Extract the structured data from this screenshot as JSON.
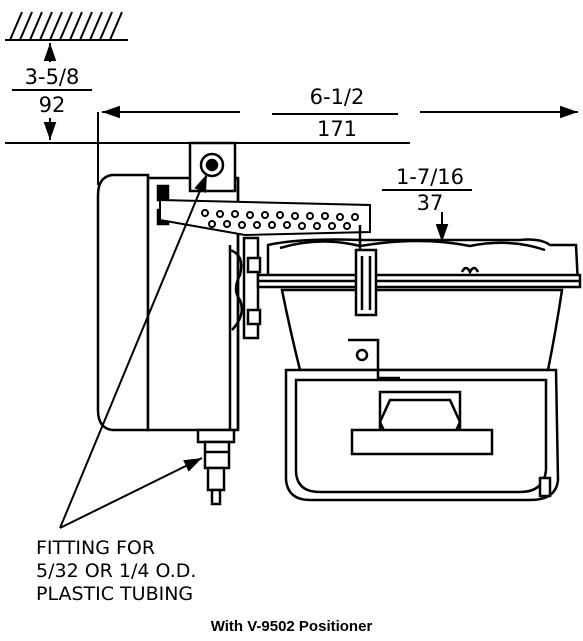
{
  "dimensions": {
    "clearance": {
      "inch": "3-5/8",
      "mm": "92"
    },
    "width": {
      "inch": "6-1/2",
      "mm": "171"
    },
    "offset": {
      "inch": "1-7/16",
      "mm": "37"
    }
  },
  "callout": {
    "line1": "FITTING FOR",
    "line2": "5/32 OR 1/4 O.D.",
    "line3": "PLASTIC TUBING"
  },
  "caption": "With V-9502 Positioner"
}
